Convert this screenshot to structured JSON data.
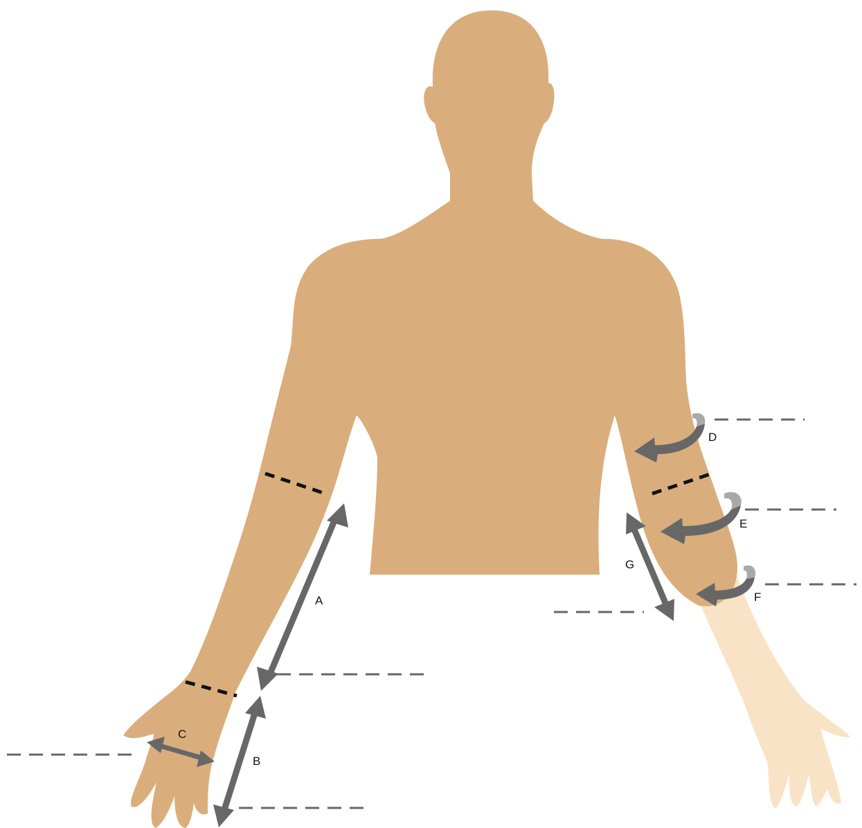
{
  "colors": {
    "skin": "#d9ae7c",
    "skin_light": "#f9e3c7",
    "arrow": "#676767",
    "guide_line": "#666666",
    "cut_line": "#111111"
  },
  "labels": {
    "A": "A",
    "B": "B",
    "C": "C",
    "D": "D",
    "E": "E",
    "F": "F",
    "G": "G"
  }
}
